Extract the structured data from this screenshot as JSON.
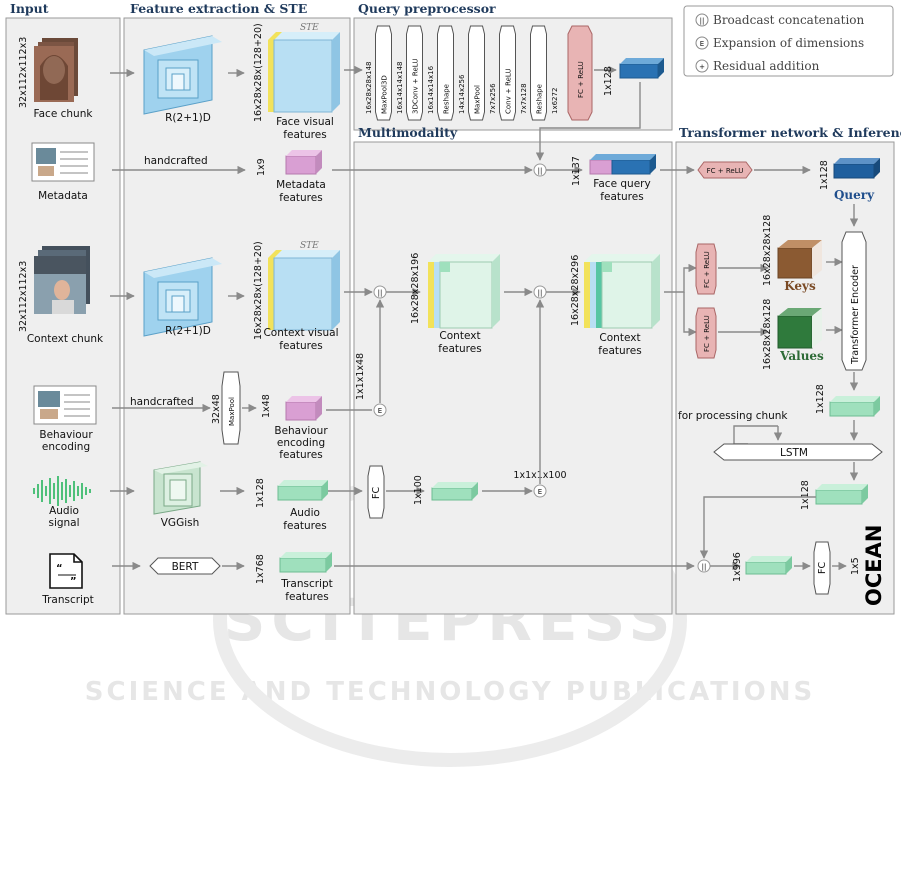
{
  "sections": {
    "input": "Input",
    "feature": "Feature extraction & STE",
    "query_pre": "Query preprocessor",
    "multimodality": "Multimodality",
    "transformer": "Transformer network & Inference"
  },
  "legend": {
    "bc": "Broadcast concatenation",
    "ed": "Expansion of dimensions",
    "ra": "Residual addition"
  },
  "inputs": {
    "face_dim": "32x112x112x3",
    "face": "Face chunk",
    "metadata": "Metadata",
    "context_dim": "32x112x112x3",
    "context": "Context chunk",
    "behaviour_l1": "Behaviour",
    "behaviour_l2": "encoding",
    "audio_l1": "Audio",
    "audio_l2": "signal",
    "transcript": "Transcript"
  },
  "feature": {
    "r21d_1": "R(2+1)D",
    "r21d_2": "R(2+1)D",
    "ste1": "STE",
    "ste2": "STE",
    "dim1": "16x28x28x(128+20)",
    "dim2": "16x28x28x(128+20)",
    "face_vis_l1": "Face visual",
    "face_vis_l2": "features",
    "ctx_vis_l1": "Context visual",
    "ctx_vis_l2": "features",
    "handcrafted1": "handcrafted",
    "handcrafted2": "handcrafted",
    "meta_dim": "1x9",
    "meta_l1": "Metadata",
    "meta_l2": "features",
    "maxpool_dim": "32x48",
    "maxpool": "MaxPool",
    "beh_dim": "1x48",
    "beh_l1": "Behaviour",
    "beh_l2": "encoding",
    "beh_l3": "features",
    "vggish": "VGGish",
    "aud_dim": "1x128",
    "aud_l1": "Audio",
    "aud_l2": "features",
    "bert": "BERT",
    "tr_dim": "1x768",
    "tr_l1": "Transcript",
    "tr_l2": "features"
  },
  "query_pre": {
    "layers": [
      "16x28x28x148",
      "MaxPool3D",
      "16x14x14x148",
      "3DConv + ReLU",
      "16x14x14x16",
      "Reshape",
      "14x14x256",
      "MaxPool",
      "7x7x256",
      "Conv + ReLU",
      "7x7x128",
      "Reshape",
      "1x6272"
    ],
    "fc": "FC + ReLU",
    "out_dim": "1x128"
  },
  "multi": {
    "fq_dim": "1x137",
    "fq_l1": "Face query",
    "fq_l2": "features",
    "exp_dim": "1x1x1x48",
    "ctx_dim": "16x28x28x196",
    "ctx_l1": "Context",
    "ctx_l2": "features",
    "ctx2_dim": "16x28x28x296",
    "ctx2_l1": "Context",
    "ctx2_l2": "features",
    "fc": "FC",
    "fc_dim": "1x100",
    "exp2_dim": "1x1x1x100"
  },
  "transformer": {
    "fc_relu": "FC + ReLU",
    "q_dim": "1x128",
    "query": "Query",
    "k_dim": "16x28x28x128",
    "keys": "Keys",
    "v_dim": "16x28x28x128",
    "values": "Values",
    "encoder": "Transformer Encoder",
    "enc_dim": "1x128",
    "proc_chunk": "for processing chunk",
    "lstm": "LSTM",
    "lstm_dim": "1x128",
    "cat_dim": "1x996",
    "fc": "FC",
    "out_dim": "1x5",
    "ocean": "OCEAN"
  },
  "watermark": {
    "line1": "SCITEPRESS",
    "line2": "SCIENCE AND TECHNOLOGY PUBLICATIONS"
  },
  "colors": {
    "panel": "#efefef",
    "panel_border": "#9a9a9a",
    "title": "#1f3a5c",
    "arrow": "#8a8a8a",
    "ste_yellow": "#f2e25a",
    "feature_blue": "#b8dff3",
    "query_blue": "#1f5f9e",
    "keys_brown": "#8b5a32",
    "values_green": "#2f7a3c",
    "mint": "#9fe0bd",
    "pink": "#d99fd3"
  }
}
